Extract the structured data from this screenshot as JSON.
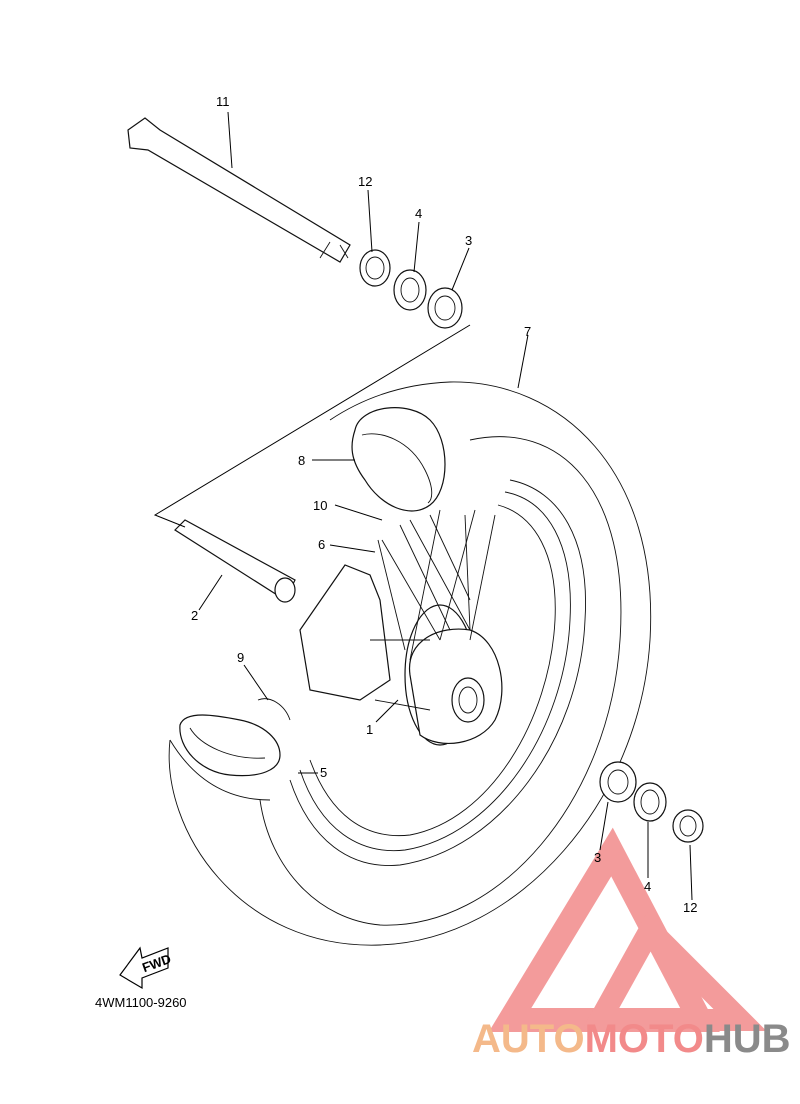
{
  "callouts": {
    "c11": "11",
    "c12a": "12",
    "c4a": "4",
    "c3a": "3",
    "c7": "7",
    "c8": "8",
    "c10": "10",
    "c6": "6",
    "c2": "2",
    "c9": "9",
    "c1": "1",
    "c5": "5",
    "c3b": "3",
    "c4b": "4",
    "c12b": "12"
  },
  "fwd_label": "FWD",
  "diagram_code": "4WM1100-9260",
  "watermark": {
    "auto": "AUTO",
    "moto": "MOTO",
    "hub": "HUB",
    "color_auto": "#f4b98a",
    "color_moto": "#f28a8a",
    "color_hub": "#8a8a8a"
  }
}
